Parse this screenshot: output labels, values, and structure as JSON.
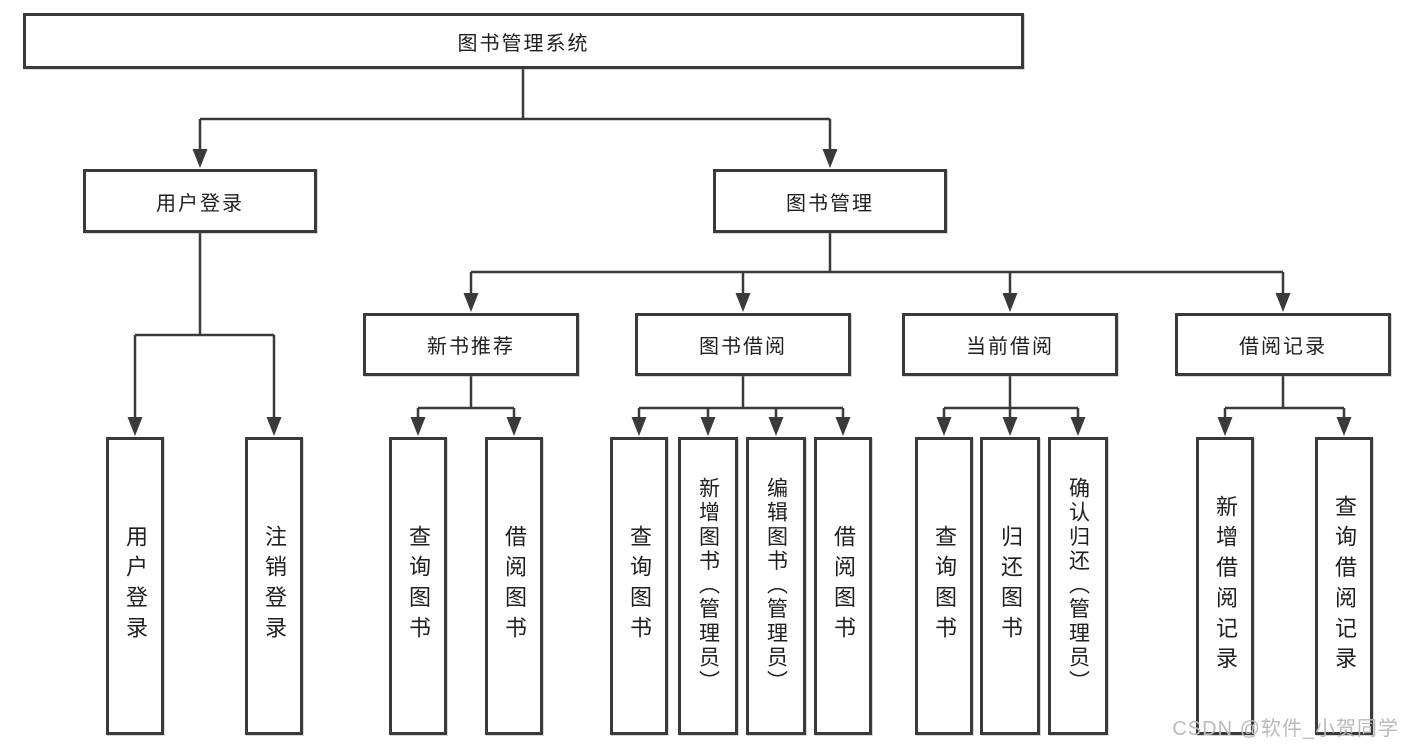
{
  "tree": {
    "label": "图书管理系统",
    "children": [
      {
        "label": "用户登录",
        "children": [
          {
            "label": "用户登录"
          },
          {
            "label": "注销登录"
          }
        ]
      },
      {
        "label": "图书管理",
        "children": [
          {
            "label": "新书推荐",
            "children": [
              {
                "label": "查询图书"
              },
              {
                "label": "借阅图书"
              }
            ]
          },
          {
            "label": "图书借阅",
            "children": [
              {
                "label": "查询图书"
              },
              {
                "label": "新增图书（管理员）"
              },
              {
                "label": "编辑图书（管理员）"
              },
              {
                "label": "借阅图书"
              }
            ]
          },
          {
            "label": "当前借阅",
            "children": [
              {
                "label": "查询图书"
              },
              {
                "label": "归还图书"
              },
              {
                "label": "确认归还（管理员）"
              }
            ]
          },
          {
            "label": "借阅记录",
            "children": [
              {
                "label": "新增借阅记录"
              },
              {
                "label": "查询借阅记录"
              }
            ]
          }
        ]
      }
    ]
  },
  "watermark": {
    "text": "CSDN @软件_小贺同学"
  },
  "colors": {
    "line": "#3a3a3a",
    "text": "#1f1f1f",
    "watermark": "#b7babe",
    "bg": "#ffffff"
  }
}
